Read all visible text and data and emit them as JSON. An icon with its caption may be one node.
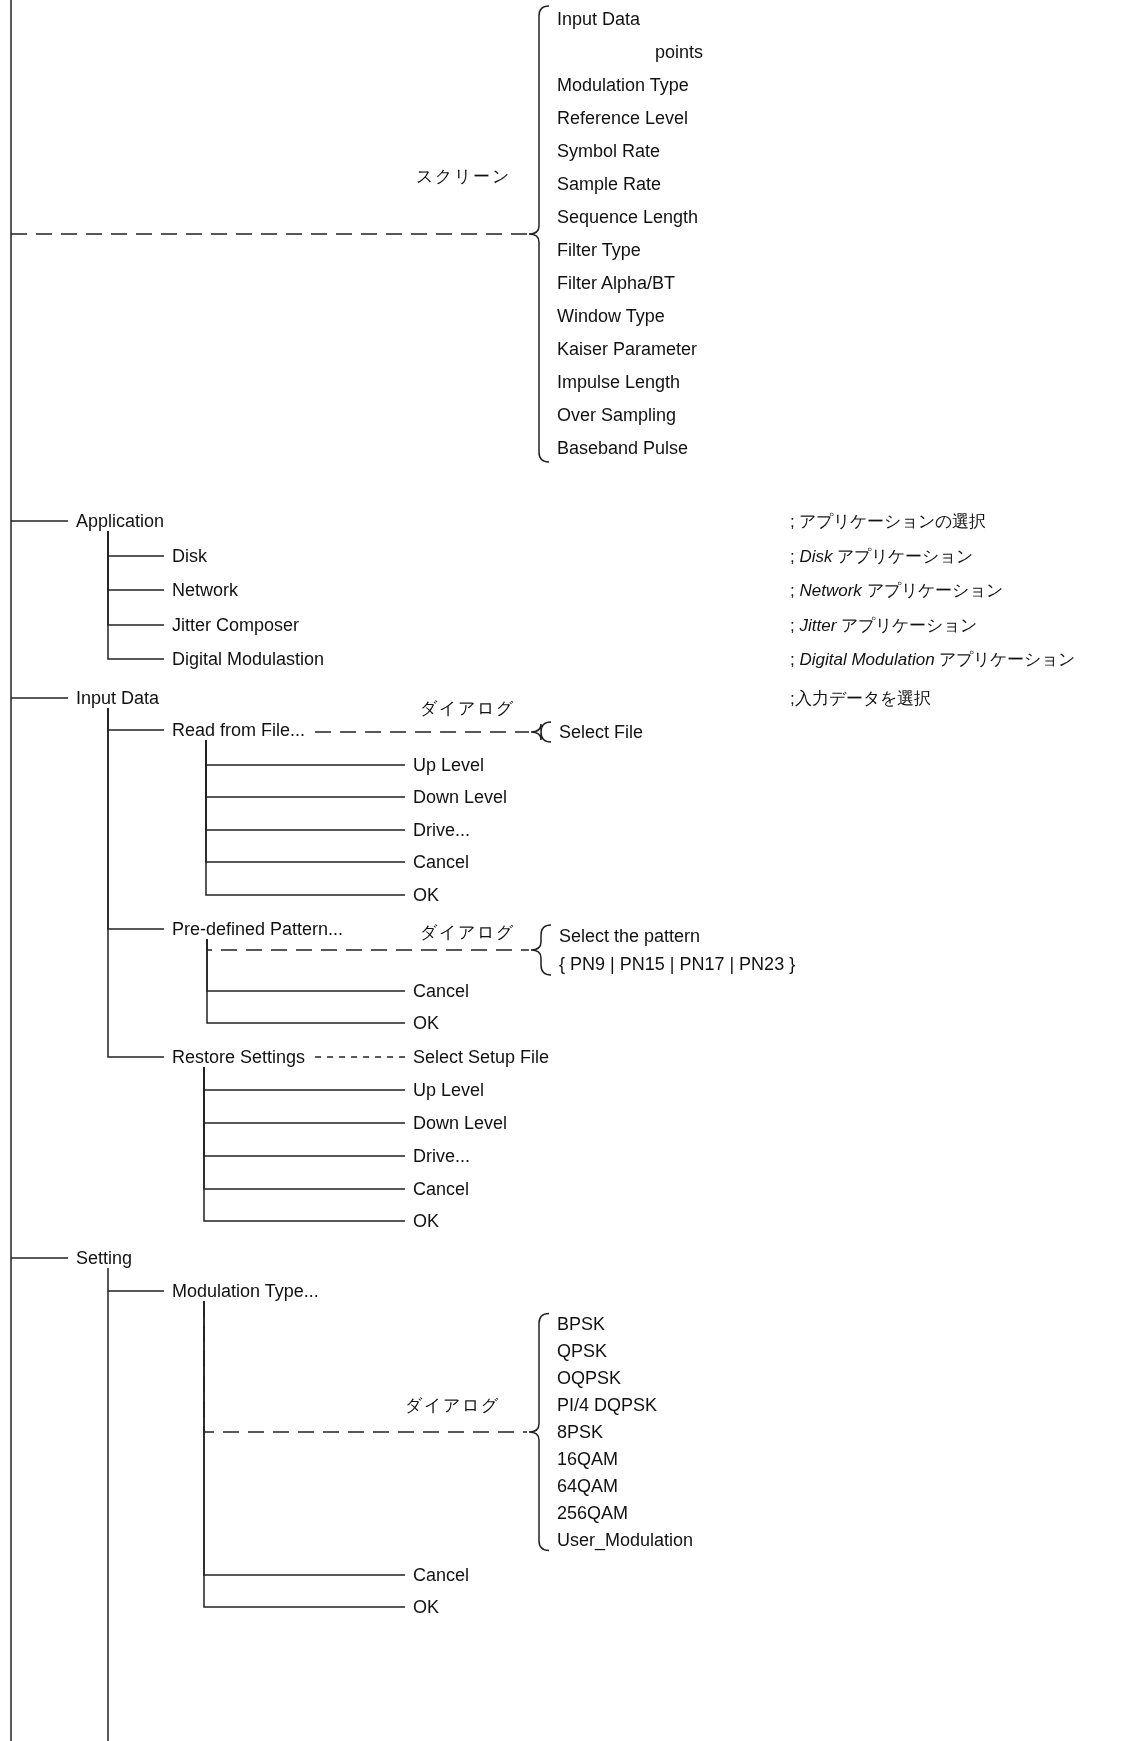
{
  "diagram": {
    "nodes": [
      {
        "text": [
          "Input Data",
          "points",
          "Modulation Type",
          "Reference Level",
          "Symbol Rate",
          "Sample Rate",
          "Sequence Length",
          "Filter Type",
          "Filter Alpha/BT",
          "Window Type",
          "Kaiser Parameter",
          "Impulse Length",
          "Over Sampling",
          "Baseband Pulse"
        ]
      },
      {
        "text": [
          "Application"
        ]
      },
      {
        "text": [
          "Disk"
        ]
      },
      {
        "text": [
          "Network"
        ]
      },
      {
        "text": [
          "Jitter Composer"
        ]
      },
      {
        "text": [
          "Digital Modulastion"
        ]
      },
      {
        "text": [
          "Input Data"
        ]
      },
      {
        "text": [
          "Read from File..."
        ]
      },
      {
        "text": [
          "Select File"
        ]
      },
      {
        "text": [
          "Up Level"
        ]
      },
      {
        "text": [
          "Down Level"
        ]
      },
      {
        "text": [
          "Drive..."
        ]
      },
      {
        "text": [
          "Cancel"
        ]
      },
      {
        "text": [
          "OK"
        ]
      },
      {
        "text": [
          "Pre-defined Pattern..."
        ]
      },
      {
        "text": [
          "Select the pattern",
          "{ PN9 | PN15 | PN17 | PN23 }"
        ]
      },
      {
        "text": [
          "Cancel"
        ]
      },
      {
        "text": [
          "OK"
        ]
      },
      {
        "text": [
          "Restore Settings"
        ]
      },
      {
        "text": [
          "Select Setup File"
        ]
      },
      {
        "text": [
          "Up Level"
        ]
      },
      {
        "text": [
          "Down Level"
        ]
      },
      {
        "text": [
          "Drive..."
        ]
      },
      {
        "text": [
          "Cancel"
        ]
      },
      {
        "text": [
          "OK"
        ]
      },
      {
        "text": [
          "Setting"
        ]
      },
      {
        "text": [
          "Modulation Type..."
        ]
      },
      {
        "text": [
          "BPSK",
          "QPSK",
          "OQPSK",
          "PI/4 DQPSK",
          "8PSK",
          "16QAM",
          "64QAM",
          "256QAM",
          "User_Modulation"
        ]
      },
      {
        "text": [
          "Cancel"
        ]
      },
      {
        "text": [
          "OK"
        ]
      }
    ],
    "edges": [
      {
        "from": null,
        "to": 0,
        "arrow": "none",
        "style": "dashed",
        "label": "スクリーン"
      },
      {
        "from": null,
        "to": 1,
        "arrow": "none"
      },
      {
        "from": 1,
        "to": 2,
        "arrow": "none"
      },
      {
        "from": 1,
        "to": 3,
        "arrow": "none"
      },
      {
        "from": 1,
        "to": 4,
        "arrow": "none"
      },
      {
        "from": 1,
        "to": 5,
        "arrow": "none"
      },
      {
        "from": null,
        "to": 6,
        "arrow": "none"
      },
      {
        "from": 6,
        "to": 7,
        "arrow": "none"
      },
      {
        "from": 7,
        "to": 8,
        "arrow": "none",
        "style": "dashed",
        "label": "ダイアログ"
      },
      {
        "from": 7,
        "to": 9,
        "arrow": "none"
      },
      {
        "from": 7,
        "to": 10,
        "arrow": "none"
      },
      {
        "from": 7,
        "to": 11,
        "arrow": "none"
      },
      {
        "from": 7,
        "to": 12,
        "arrow": "none"
      },
      {
        "from": 7,
        "to": 13,
        "arrow": "none"
      },
      {
        "from": 6,
        "to": 14,
        "arrow": "none"
      },
      {
        "from": 14,
        "to": 15,
        "arrow": "none",
        "style": "dashed",
        "label": "ダイアログ"
      },
      {
        "from": 14,
        "to": 16,
        "arrow": "none"
      },
      {
        "from": 14,
        "to": 17,
        "arrow": "none"
      },
      {
        "from": 6,
        "to": 18,
        "arrow": "none"
      },
      {
        "from": 18,
        "to": 19,
        "arrow": "none",
        "style": "dashed"
      },
      {
        "from": 18,
        "to": 20,
        "arrow": "none"
      },
      {
        "from": 18,
        "to": 21,
        "arrow": "none"
      },
      {
        "from": 18,
        "to": 22,
        "arrow": "none"
      },
      {
        "from": 18,
        "to": 23,
        "arrow": "none"
      },
      {
        "from": 18,
        "to": 24,
        "arrow": "none"
      },
      {
        "from": null,
        "to": 25,
        "arrow": "none"
      },
      {
        "from": 25,
        "to": 26,
        "arrow": "none"
      },
      {
        "from": 26,
        "to": 27,
        "arrow": "none",
        "style": "dashed",
        "label": "ダイアログ"
      },
      {
        "from": 26,
        "to": 28,
        "arrow": "none"
      },
      {
        "from": 26,
        "to": 29,
        "arrow": "none"
      }
    ],
    "labels": [
      "; アプリケーションの選択",
      "; *Disk* アプリケーション",
      "; *Network* アプリケーション",
      "; *Jitter* アプリケーション",
      "; *Digital Modulation* アプリケーション",
      ";入力データを選択"
    ]
  }
}
